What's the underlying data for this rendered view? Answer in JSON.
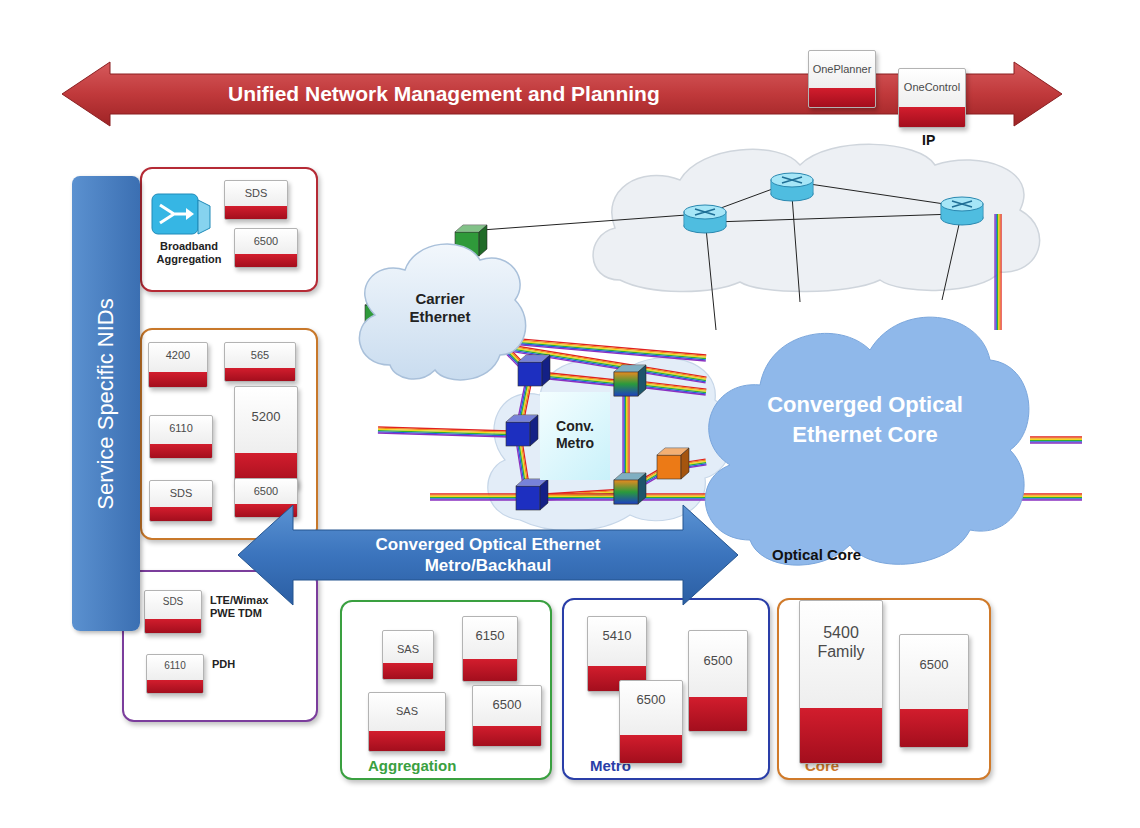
{
  "diagram": {
    "nodes": [
      {
        "text": [
          "Unified Network Management and Planning"
        ]
      },
      {
        "text": [
          "OnePlanner"
        ]
      },
      {
        "text": [
          "OneControl"
        ]
      },
      {
        "text": [
          "Service Specific NIDs"
        ]
      },
      {
        "text": []
      },
      {
        "text": [
          "Broadband Aggregation"
        ],
        "in": 4
      },
      {
        "text": [
          "SDS"
        ],
        "in": 4
      },
      {
        "text": [
          "6500"
        ],
        "in": 4
      },
      {
        "text": []
      },
      {
        "text": [
          "4200"
        ],
        "in": 8
      },
      {
        "text": [
          "565"
        ],
        "in": 8
      },
      {
        "text": [
          "6110"
        ],
        "in": 8
      },
      {
        "text": [
          "5200"
        ],
        "in": 8
      },
      {
        "text": [
          "SDS"
        ],
        "in": 8
      },
      {
        "text": [
          "6500"
        ],
        "in": 8
      },
      {
        "text": []
      },
      {
        "text": [
          "SDS",
          "LTE/Wimax PWE TDM"
        ],
        "in": 15
      },
      {
        "text": [
          "6110",
          "PDH"
        ],
        "in": 15
      },
      {
        "text": [
          "Carrier Ethernet"
        ]
      },
      {
        "text": [
          "Conv. Metro"
        ]
      },
      {
        "text": [
          "Converged Optical Ethernet Core"
        ]
      },
      {
        "text": [
          "Converged Optical Ethernet Metro/Backhaul"
        ]
      },
      {
        "text": [
          "Aggregation"
        ]
      },
      {
        "text": [
          "SAS"
        ],
        "in": 22
      },
      {
        "text": [
          "6150"
        ],
        "in": 22
      },
      {
        "text": [
          "SAS"
        ],
        "in": 22
      },
      {
        "text": [
          "6500"
        ],
        "in": 22
      },
      {
        "text": [
          "Metro"
        ]
      },
      {
        "text": [
          "5410"
        ],
        "in": 27
      },
      {
        "text": [
          "6500"
        ],
        "in": 27
      },
      {
        "text": [
          "6500"
        ],
        "in": 27
      },
      {
        "text": [
          "Core"
        ]
      },
      {
        "text": [
          "5400 Family"
        ],
        "in": 31
      },
      {
        "text": [
          "6500"
        ],
        "in": 31
      }
    ],
    "labels": [
      "IP",
      "Optical Core"
    ]
  }
}
